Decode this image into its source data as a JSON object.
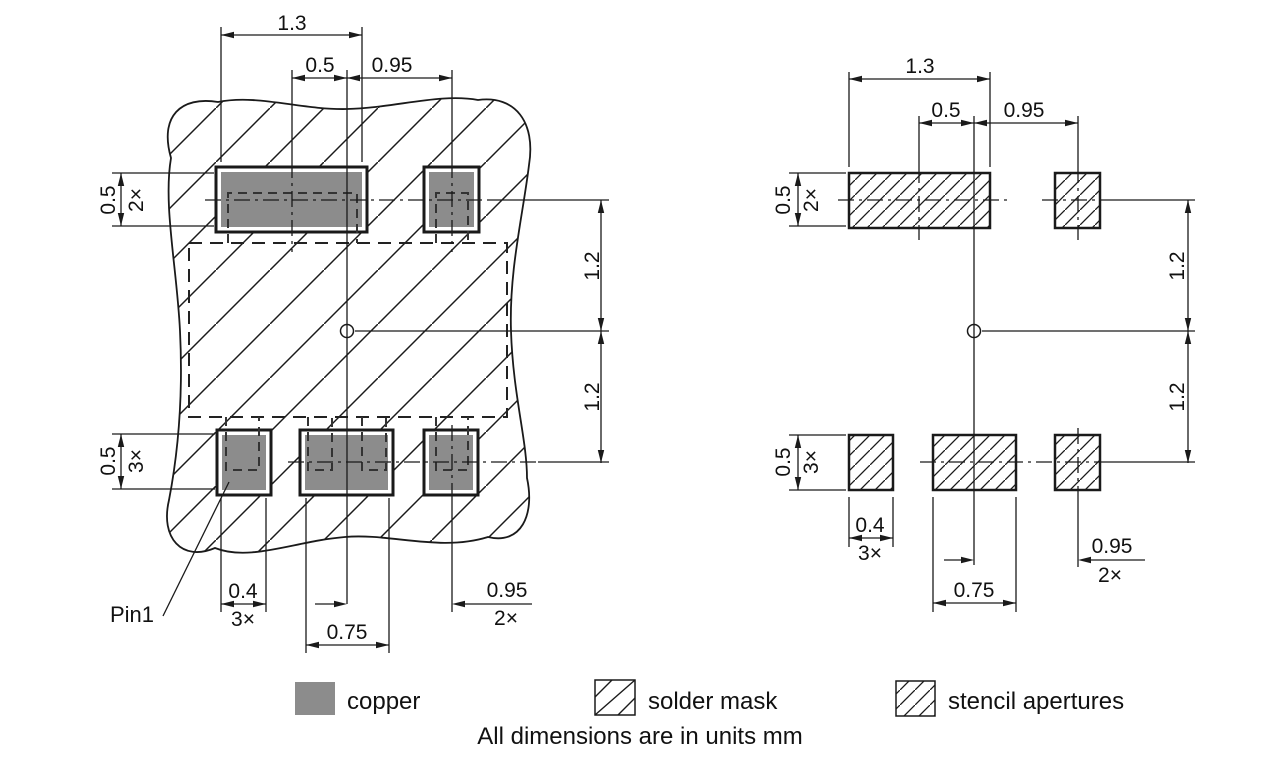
{
  "colors": {
    "copper": "#8c8c8c",
    "line": "#1a1a1a"
  },
  "land": {
    "pin1": "Pin1",
    "d": {
      "w13": "1.3",
      "c05": "0.5",
      "p095": "0.95",
      "h05t": "0.5",
      "q2t": "2×",
      "v12a": "1.2",
      "v12b": "1.2",
      "h05b": "0.5",
      "q3b": "3×",
      "w04": "0.4",
      "q3w": "3×",
      "w075": "0.75",
      "p095b": "0.95",
      "q2b": "2×"
    }
  },
  "stencil": {
    "d": {
      "w13": "1.3",
      "c05": "0.5",
      "p095": "0.95",
      "h05t": "0.5",
      "q2t": "2×",
      "v12a": "1.2",
      "v12b": "1.2",
      "h05b": "0.5",
      "q3b": "3×",
      "w04": "0.4",
      "q3w": "3×",
      "w075": "0.75",
      "p095b": "0.95",
      "q2b": "2×"
    }
  },
  "legend": {
    "items": [
      {
        "id": "copper",
        "label": "copper"
      },
      {
        "id": "solder-mask",
        "label": "solder mask"
      },
      {
        "id": "stencil-apertures",
        "label": "stencil apertures"
      }
    ]
  },
  "note": "All dimensions are in units mm"
}
